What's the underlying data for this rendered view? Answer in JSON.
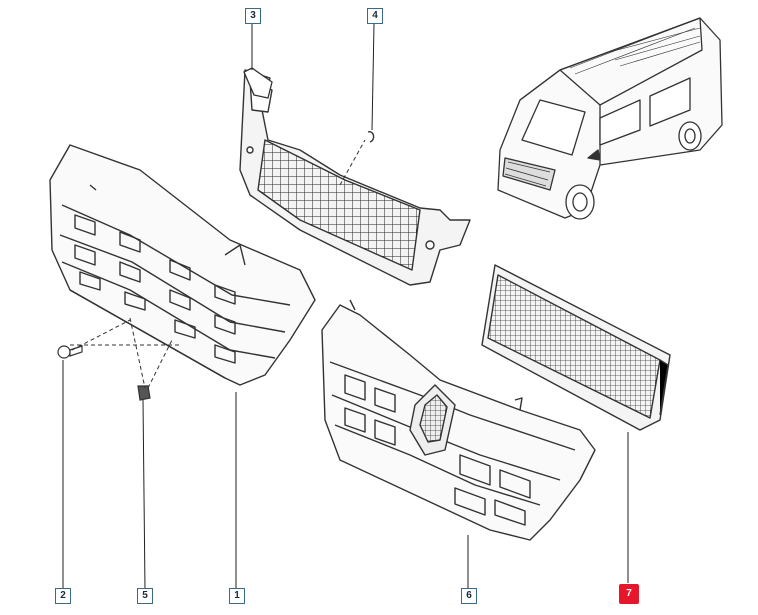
{
  "callouts": {
    "c1": "1",
    "c2": "2",
    "c3": "3",
    "c4": "4",
    "c5": "5",
    "c6": "6",
    "c7": "7"
  },
  "highlight_color": "#e8162a",
  "stroke_color": "#333333"
}
